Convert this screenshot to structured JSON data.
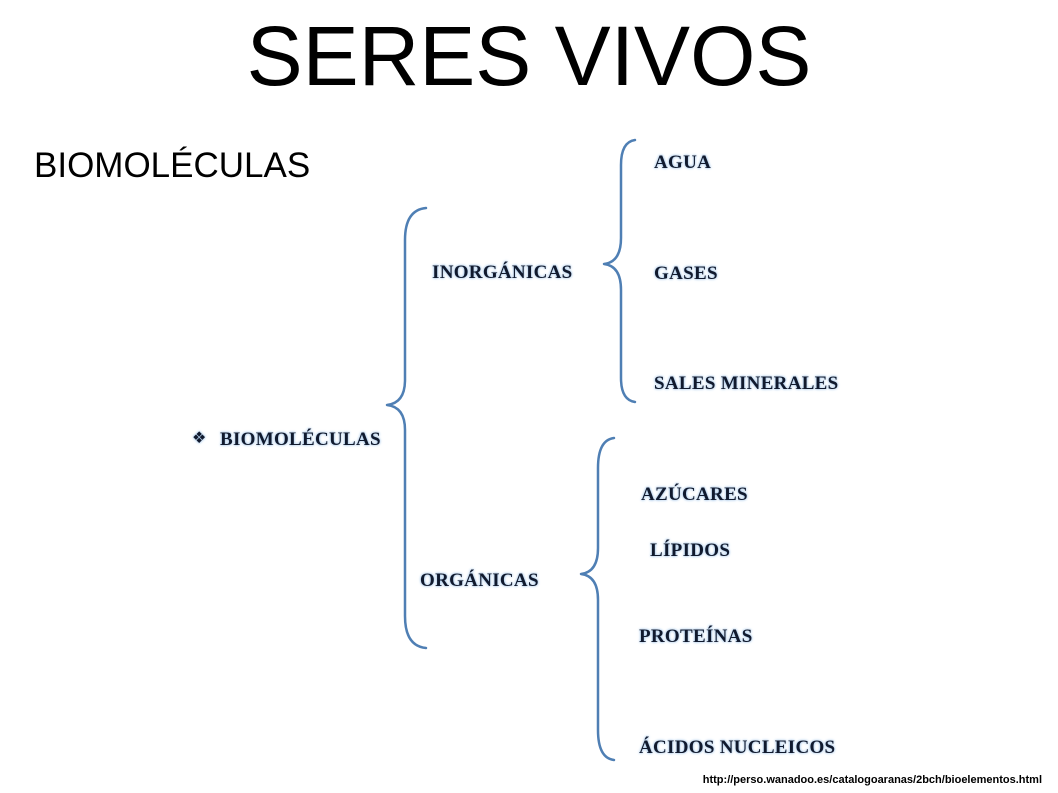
{
  "slide": {
    "title": "SERES VIVOS",
    "subtitle": "BIOMOLÉCULAS",
    "source": "http://perso.wanadoo.es/catalogoaranas/2bch/bioelementos.html"
  },
  "diagram": {
    "root": "BIOMOLÉCULAS",
    "branches": [
      {
        "label": "INORGÁNICAS",
        "children": [
          "AGUA",
          "GASES",
          "SALES MINERALES"
        ]
      },
      {
        "label": "ORGÁNICAS",
        "children": [
          "AZÚCARES",
          "LÍPIDOS",
          "PROTEÍNAS",
          "ÁCIDOS NUCLEICOS"
        ]
      }
    ]
  },
  "colors": {
    "brace": "#4f7fb4",
    "node_text": "#111a2e",
    "node_glow": "#9fc2e6"
  }
}
